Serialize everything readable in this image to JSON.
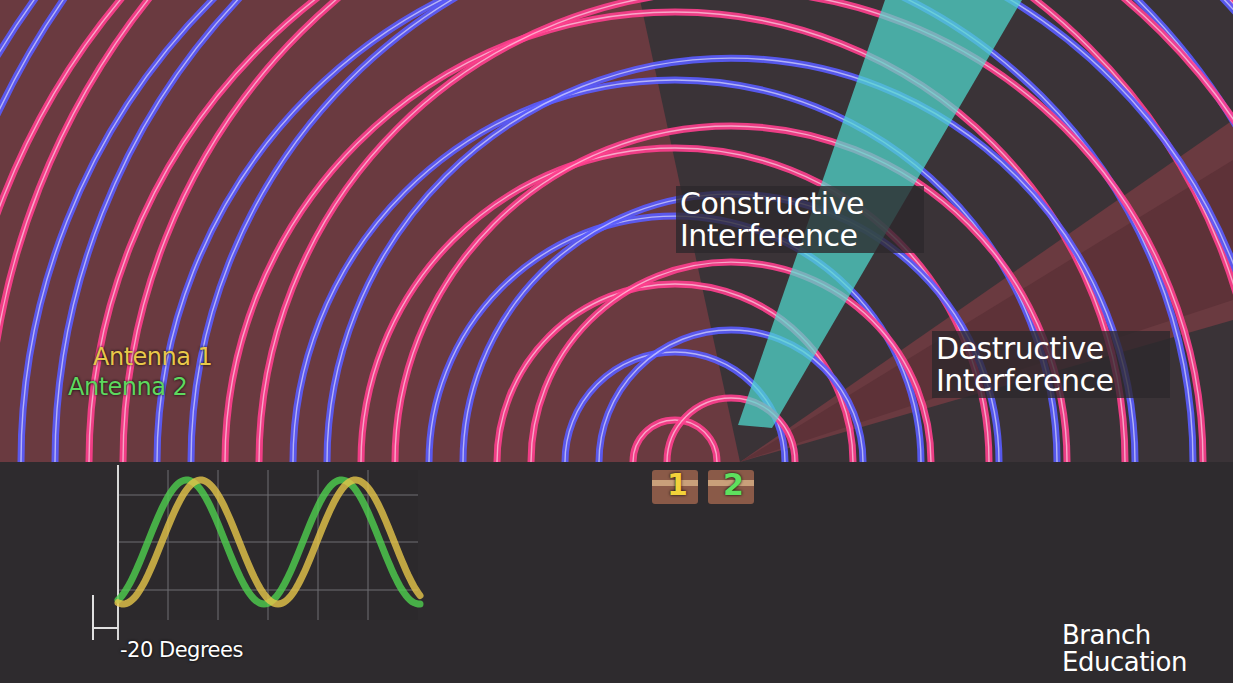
{
  "diagram": {
    "labels": [
      "Antenna 1",
      "Antenna 2",
      "1",
      "2",
      "Constructive Interference",
      "Destructive Interference",
      "-20 Degrees",
      "Branch Education"
    ]
  }
}
